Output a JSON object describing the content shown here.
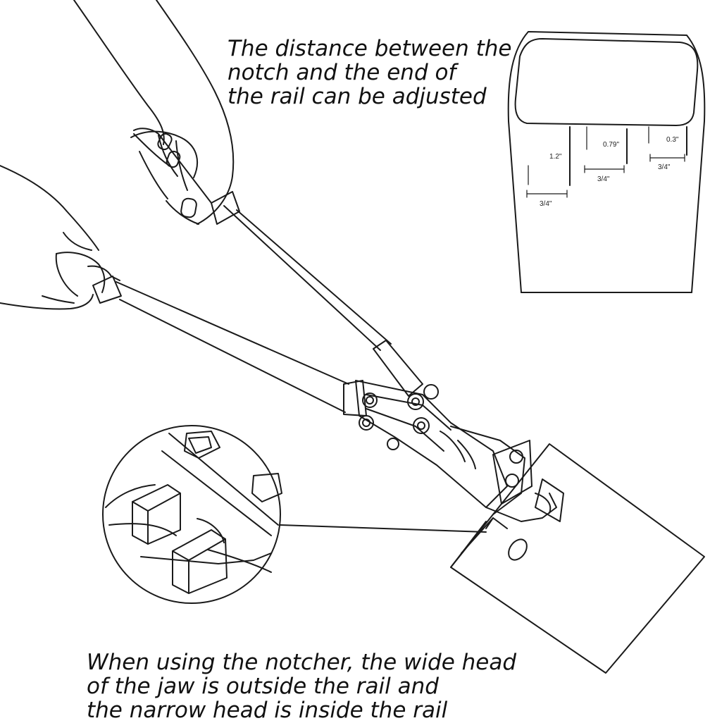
{
  "captions": {
    "top": [
      "The distance between the",
      "notch and the end of",
      "the rail can be adjusted"
    ],
    "bottom": [
      "When using the notcher, the wide head",
      "of the jaw is outside the rail and",
      "the narrow head is inside the rail"
    ]
  },
  "dimensions": {
    "depth_1": "1.2\"",
    "width_1": "3/4\"",
    "depth_2": "0.79\"",
    "width_2": "3/4\"",
    "depth_3": "0.3\"",
    "width_3": "3/4\""
  },
  "colors": {
    "line": "#1a1a1a",
    "background": "#ffffff"
  }
}
